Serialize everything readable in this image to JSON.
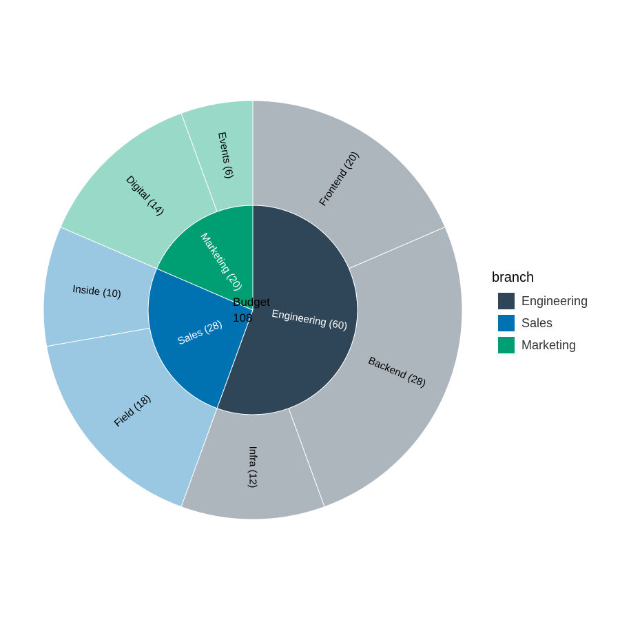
{
  "chart_data": {
    "type": "sunburst",
    "root": {
      "label": "Budget",
      "value": "108"
    },
    "branches": [
      {
        "name": "Engineering",
        "value": 60,
        "color": "#2E4657",
        "leaf_color": "#ADB5BD",
        "children": [
          {
            "name": "Frontend",
            "value": 20
          },
          {
            "name": "Backend",
            "value": 28
          },
          {
            "name": "Infra",
            "value": 12
          }
        ]
      },
      {
        "name": "Sales",
        "value": 28,
        "color": "#0072B2",
        "leaf_color": "#9AC7E1",
        "children": [
          {
            "name": "Field",
            "value": 18
          },
          {
            "name": "Inside",
            "value": 10
          }
        ]
      },
      {
        "name": "Marketing",
        "value": 20,
        "color": "#009E73",
        "leaf_color": "#99D9C7",
        "children": [
          {
            "name": "Digital",
            "value": 14
          },
          {
            "name": "Events",
            "value": 6
          }
        ]
      }
    ],
    "legend": {
      "title": "branch",
      "position": "right"
    }
  }
}
